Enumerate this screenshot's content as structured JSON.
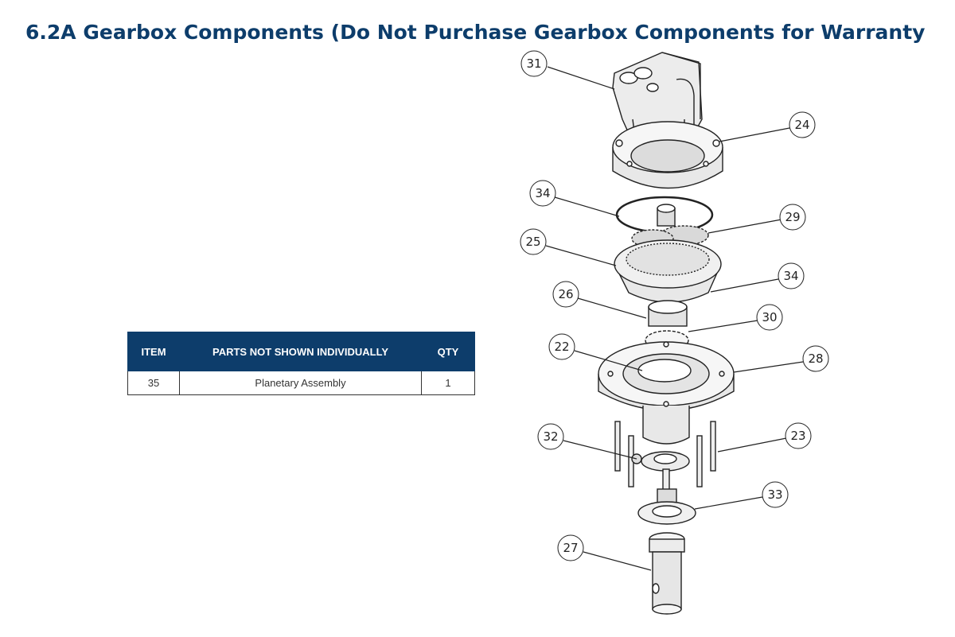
{
  "title": "6.2A Gearbox Components (Do Not Purchase Gearbox Components for Warranty",
  "parts_table": {
    "headers": [
      "ITEM",
      "PARTS NOT SHOWN INDIVIDUALLY",
      "QTY"
    ],
    "rows": [
      [
        "35",
        "Planetary Assembly",
        "1"
      ]
    ]
  },
  "diagram": {
    "callouts": [
      "31",
      "24",
      "34",
      "29",
      "25",
      "34",
      "26",
      "30",
      "22",
      "28",
      "32",
      "23",
      "33",
      "27"
    ]
  },
  "colors": {
    "header_blue": "#0d3d6b"
  }
}
